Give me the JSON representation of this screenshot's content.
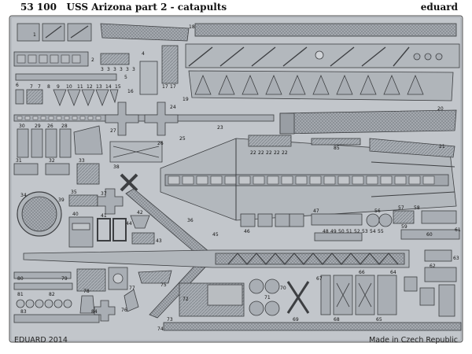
{
  "header": {
    "set_number": "53 100",
    "title": "USS Arizona part 2 - catapults",
    "brand": "eduard"
  },
  "footer": {
    "copyright": "EDUARD 2014",
    "origin": "Made in Czech Republic"
  },
  "colors": {
    "fret": "#c2c6cb",
    "part": "#a9aeb4",
    "outline": "#3d3f42",
    "hatch": "#8f949a"
  },
  "part_numbers": [
    "1",
    "2",
    "3",
    "3",
    "3",
    "3",
    "3",
    "3",
    "4",
    "5",
    "6",
    "7",
    "7",
    "8",
    "9",
    "10",
    "11",
    "12",
    "13",
    "14",
    "15",
    "16",
    "17",
    "17",
    "18",
    "19",
    "20",
    "21",
    "22",
    "22",
    "22",
    "22",
    "22",
    "23",
    "24",
    "25",
    "26",
    "26",
    "27",
    "28",
    "29",
    "30",
    "31",
    "32",
    "33",
    "34",
    "35",
    "36",
    "37",
    "38",
    "39",
    "40",
    "41",
    "42",
    "43",
    "44",
    "45",
    "46",
    "47",
    "48",
    "49",
    "50",
    "51",
    "52",
    "53",
    "54",
    "55",
    "56",
    "57",
    "58",
    "59",
    "60",
    "61",
    "62",
    "63",
    "64",
    "65",
    "66",
    "67",
    "68",
    "69",
    "70",
    "71",
    "72",
    "73",
    "74",
    "75",
    "76",
    "77",
    "78",
    "79",
    "80",
    "81",
    "82",
    "83",
    "84",
    "85"
  ]
}
